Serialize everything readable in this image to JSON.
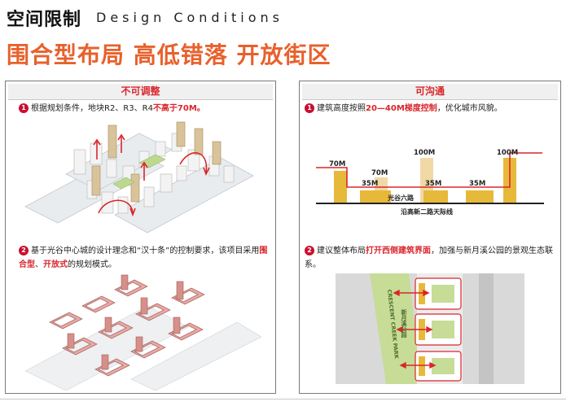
{
  "header": {
    "title": "空间限制",
    "title_en": "Design Conditions",
    "subtitle": "围合型布局 高低错落 开放街区"
  },
  "left_panel": {
    "title": "不可调整",
    "note1": {
      "num": "1",
      "text_a": "根据规划条件，地块R2、R3、R4",
      "text_red": "不高于70M。"
    },
    "note2": {
      "num": "2",
      "text_a": "基于光谷中心城的设计理念和“汉十条”的控制要求，该项目采用",
      "text_red_a": "围合型",
      "text_sep": "、",
      "text_red_b": "开放式",
      "text_b": "的规划模式。"
    }
  },
  "right_panel": {
    "title": "可沟通",
    "note1": {
      "num": "1",
      "text_a": "建筑高度按照",
      "text_red": "20—40M梯度控制",
      "text_b": "，优化城市风貌。"
    },
    "note2": {
      "num": "2",
      "text_a": "建议整体布局",
      "text_red": "打开西侧建筑界面",
      "text_b": "，加强与新月溪公园的景观生态联系。"
    },
    "skyline": {
      "labels": [
        "70M",
        "70M",
        "100M",
        "100M",
        "35M",
        "35M",
        "35M"
      ],
      "road_label": "光谷六路",
      "caption": "沿高新二路天际线"
    },
    "park": {
      "label_en": "CRESCENT CREEK PARK",
      "label_cn": "新月溪公园"
    }
  },
  "colors": {
    "accent_orange": "#e8612c",
    "accent_red": "#d9262b",
    "bar_gold": "#e7b93a",
    "bar_pale": "#f1d9a6",
    "park_green": "#c7dc97"
  }
}
